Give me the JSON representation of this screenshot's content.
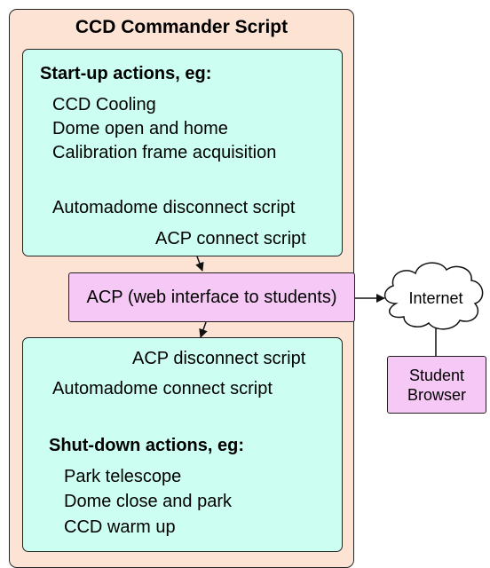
{
  "title": "CCD Commander Script",
  "startup": {
    "heading": "Start-up actions, eg:",
    "items": [
      "CCD Cooling",
      "Dome open and home",
      "Calibration frame acquisition"
    ],
    "disconnect": "Automadome disconnect script",
    "connect": "ACP connect script"
  },
  "acp": {
    "label": "ACP (web interface to students)"
  },
  "internet": {
    "label": "Internet"
  },
  "student": {
    "line1": "Student",
    "line2": "Browser"
  },
  "shutdown": {
    "acp_disconnect": "ACP disconnect script",
    "automadome_connect": "Automadome connect script",
    "heading": "Shut-down actions, eg:",
    "items": [
      "Park telescope",
      "Dome close and park",
      "CCD warm up"
    ]
  },
  "colors": {
    "outer_fill": "#fde3d4",
    "panel_fill": "#ccfff2",
    "box_fill": "#f6c8f6"
  }
}
